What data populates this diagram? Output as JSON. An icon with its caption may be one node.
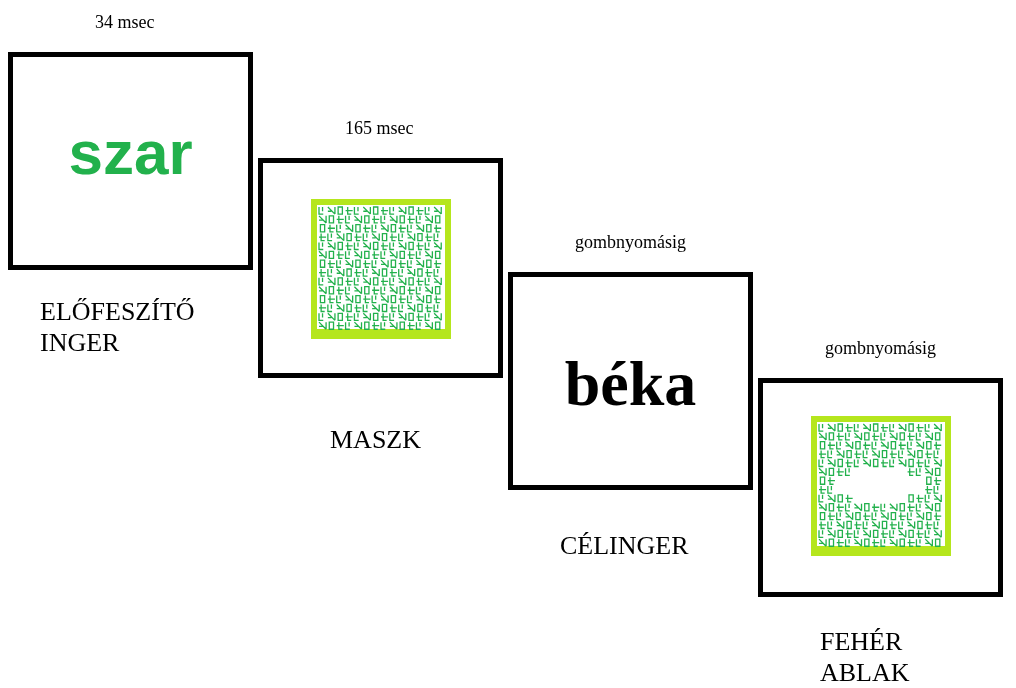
{
  "diagram": {
    "nodes": [
      {
        "text": [
          "szar"
        ],
        "beside": [
          "34 msec",
          "ELŐFESZÍTŐ INGER"
        ]
      },
      {
        "text": [],
        "shape": "box",
        "beside": [
          "165 msec",
          "MASZK"
        ]
      },
      {
        "text": [
          "béka"
        ],
        "beside": [
          "gombnyomásig",
          "CÉLINGER"
        ]
      },
      {
        "text": [],
        "shape": "box",
        "beside": [
          "gombnyomásig",
          "FEHÉR ABLAK"
        ]
      }
    ]
  }
}
